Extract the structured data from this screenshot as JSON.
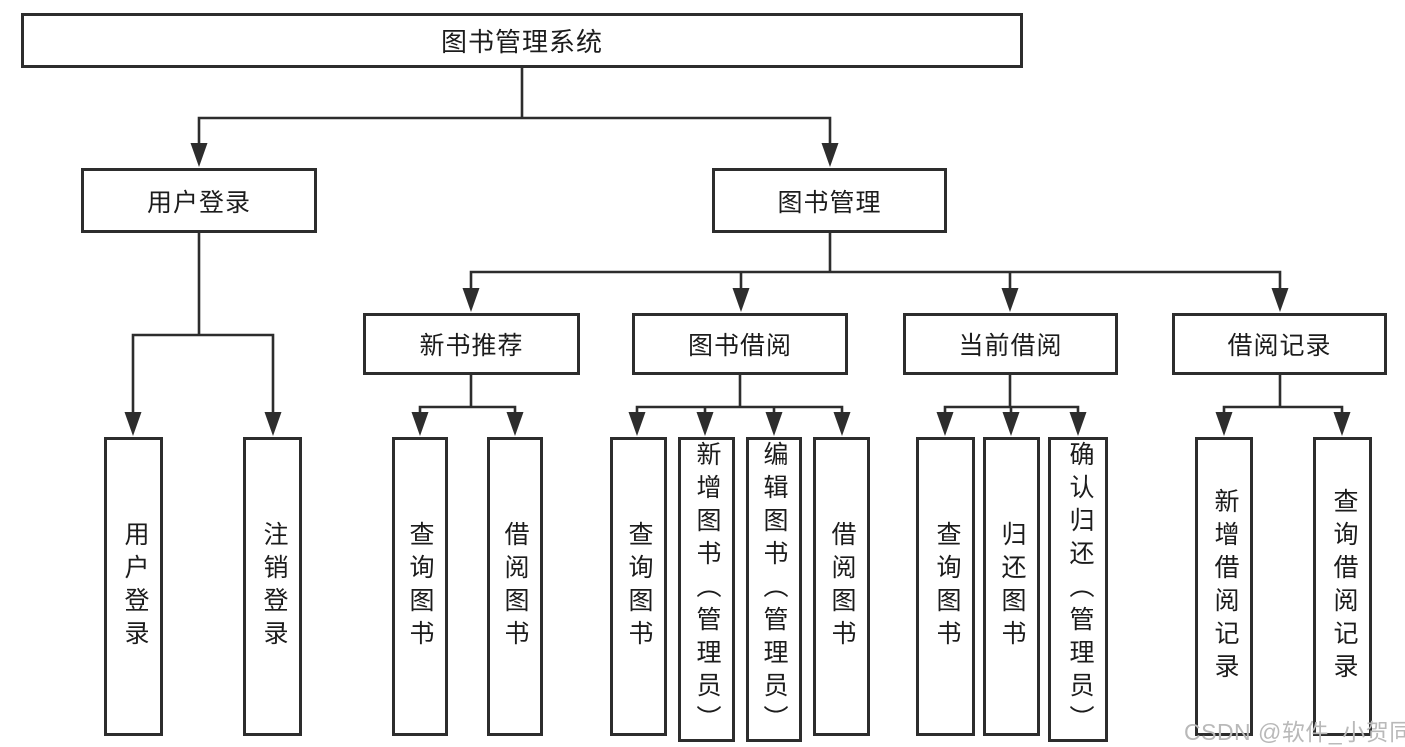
{
  "diagram": {
    "root": "图书管理系统",
    "level2": {
      "user_login": "用户登录",
      "book_management": "图书管理"
    },
    "level3": {
      "new_book_recommend": "新书推荐",
      "book_borrow": "图书借阅",
      "current_borrow": "当前借阅",
      "borrow_records": "借阅记录"
    },
    "leaves": {
      "user_login": [
        "用户登录",
        "注销登录"
      ],
      "new_book_recommend": [
        "查询图书",
        "借阅图书"
      ],
      "book_borrow": [
        "查询图书",
        "新增图书（管理员）",
        "编辑图书（管理员）",
        "借阅图书"
      ],
      "current_borrow": [
        "查询图书",
        "归还图书",
        "确认归还（管理员）"
      ],
      "borrow_records": [
        "新增借阅记录",
        "查询借阅记录"
      ]
    }
  },
  "watermark": "CSDN @软件_小贺同学",
  "colors": {
    "line": "#2d2d2d",
    "text": "#1c1c1c",
    "watermark": "#b9b9b9",
    "background": "#ffffff"
  }
}
